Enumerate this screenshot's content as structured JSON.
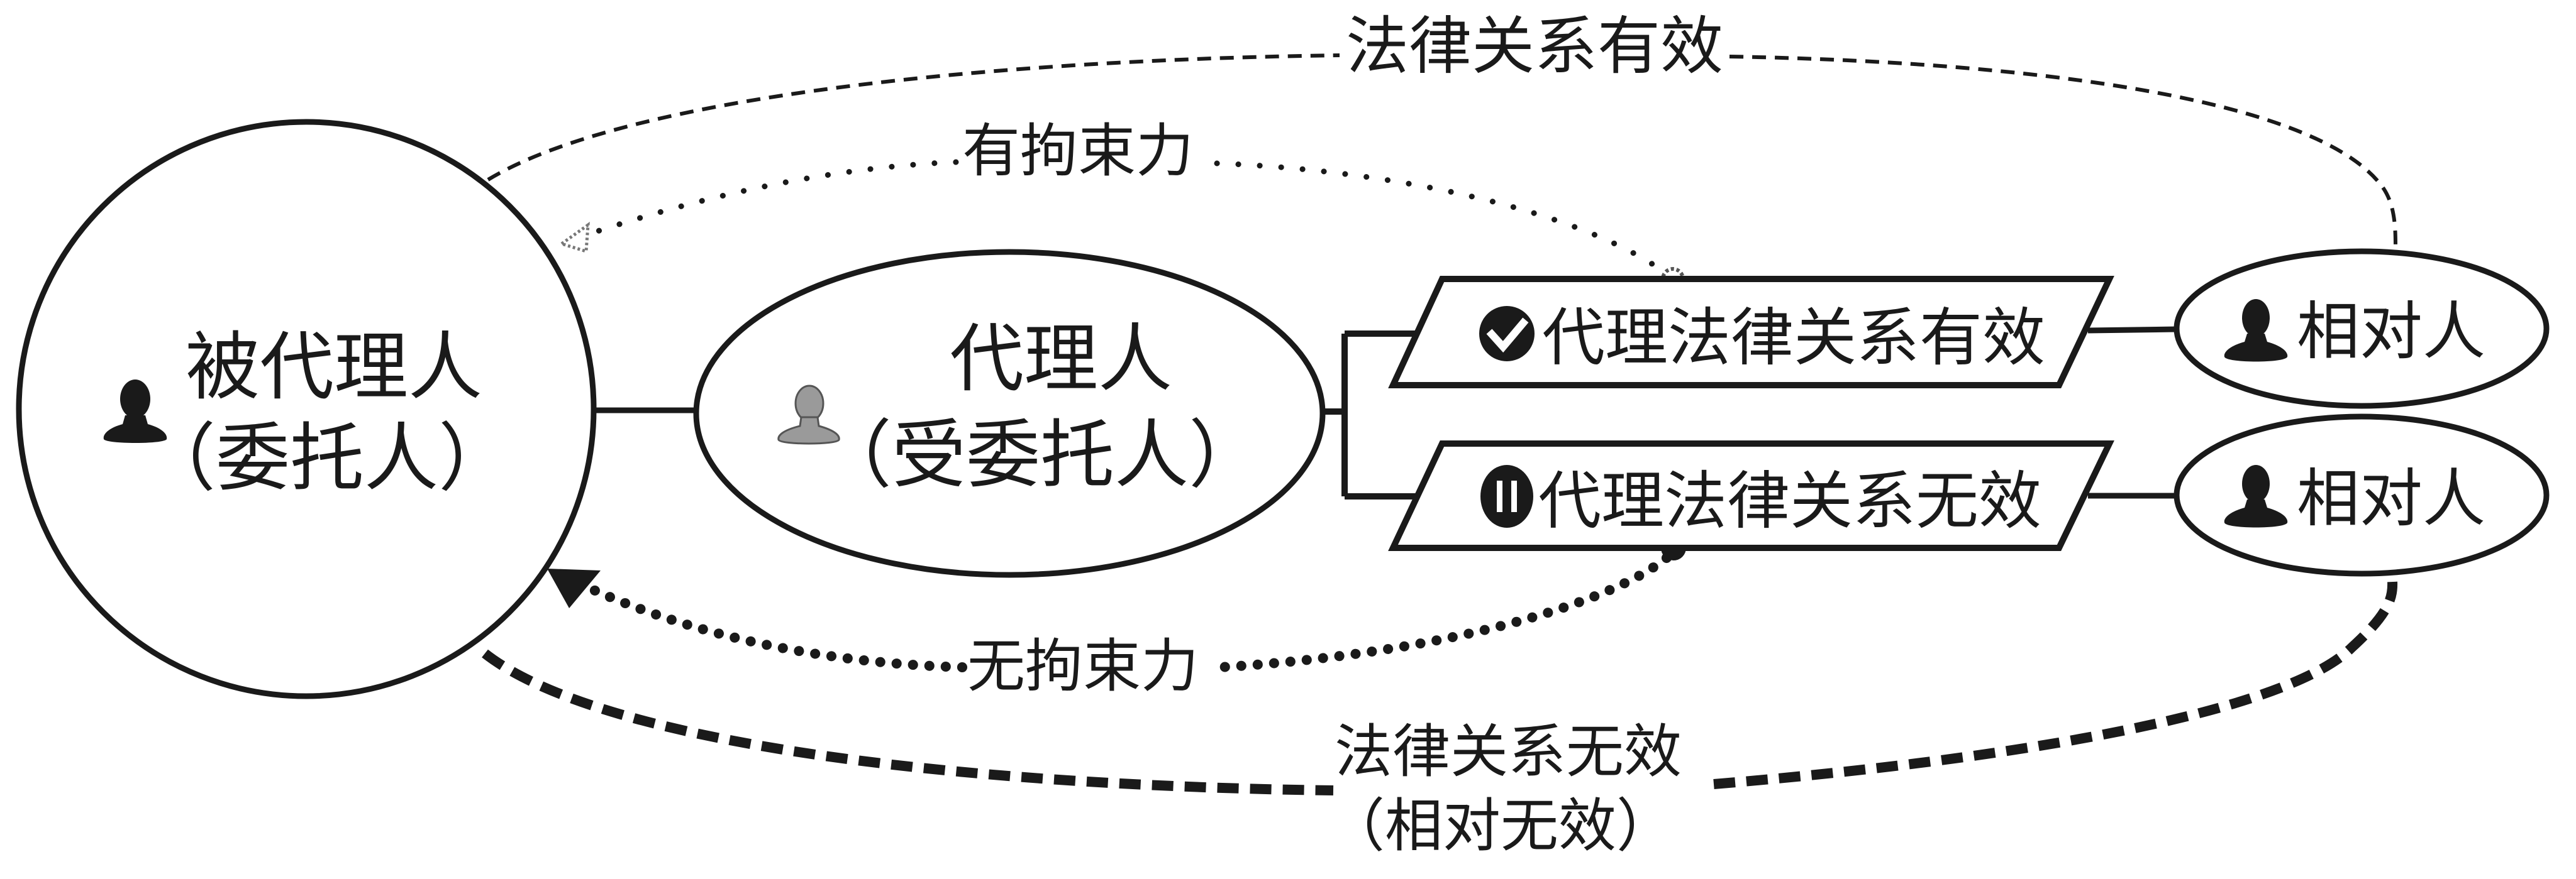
{
  "colors": {
    "ink": "#1a1a1a",
    "agent_icon_gray": "#8a8a8a",
    "background": "#ffffff"
  },
  "nodes": {
    "principal": {
      "title": "被代理人",
      "subtitle": "（委托人）",
      "icon": "person-icon"
    },
    "agent": {
      "title": "代理人",
      "subtitle": "（受委托人）",
      "icon": "person-gray-icon"
    },
    "valid_relation": {
      "label": "代理法律关系有效",
      "icon": "check-circle-icon"
    },
    "invalid_relation": {
      "label": "代理法律关系无效",
      "icon": "pause-circle-icon"
    },
    "counterparty_top": {
      "label": "相对人",
      "icon": "person-icon"
    },
    "counterparty_bottom": {
      "label": "相对人",
      "icon": "person-icon"
    }
  },
  "edges": {
    "legal_valid": {
      "label": "法律关系有效",
      "style": "dashed"
    },
    "binding": {
      "label": "有拘束力",
      "style": "dotted"
    },
    "not_binding": {
      "label": "无拘束力",
      "style": "dotted-bold"
    },
    "legal_invalid": {
      "label": "法律关系无效",
      "sublabel": "（相对无效）",
      "style": "dashed-bold"
    }
  }
}
